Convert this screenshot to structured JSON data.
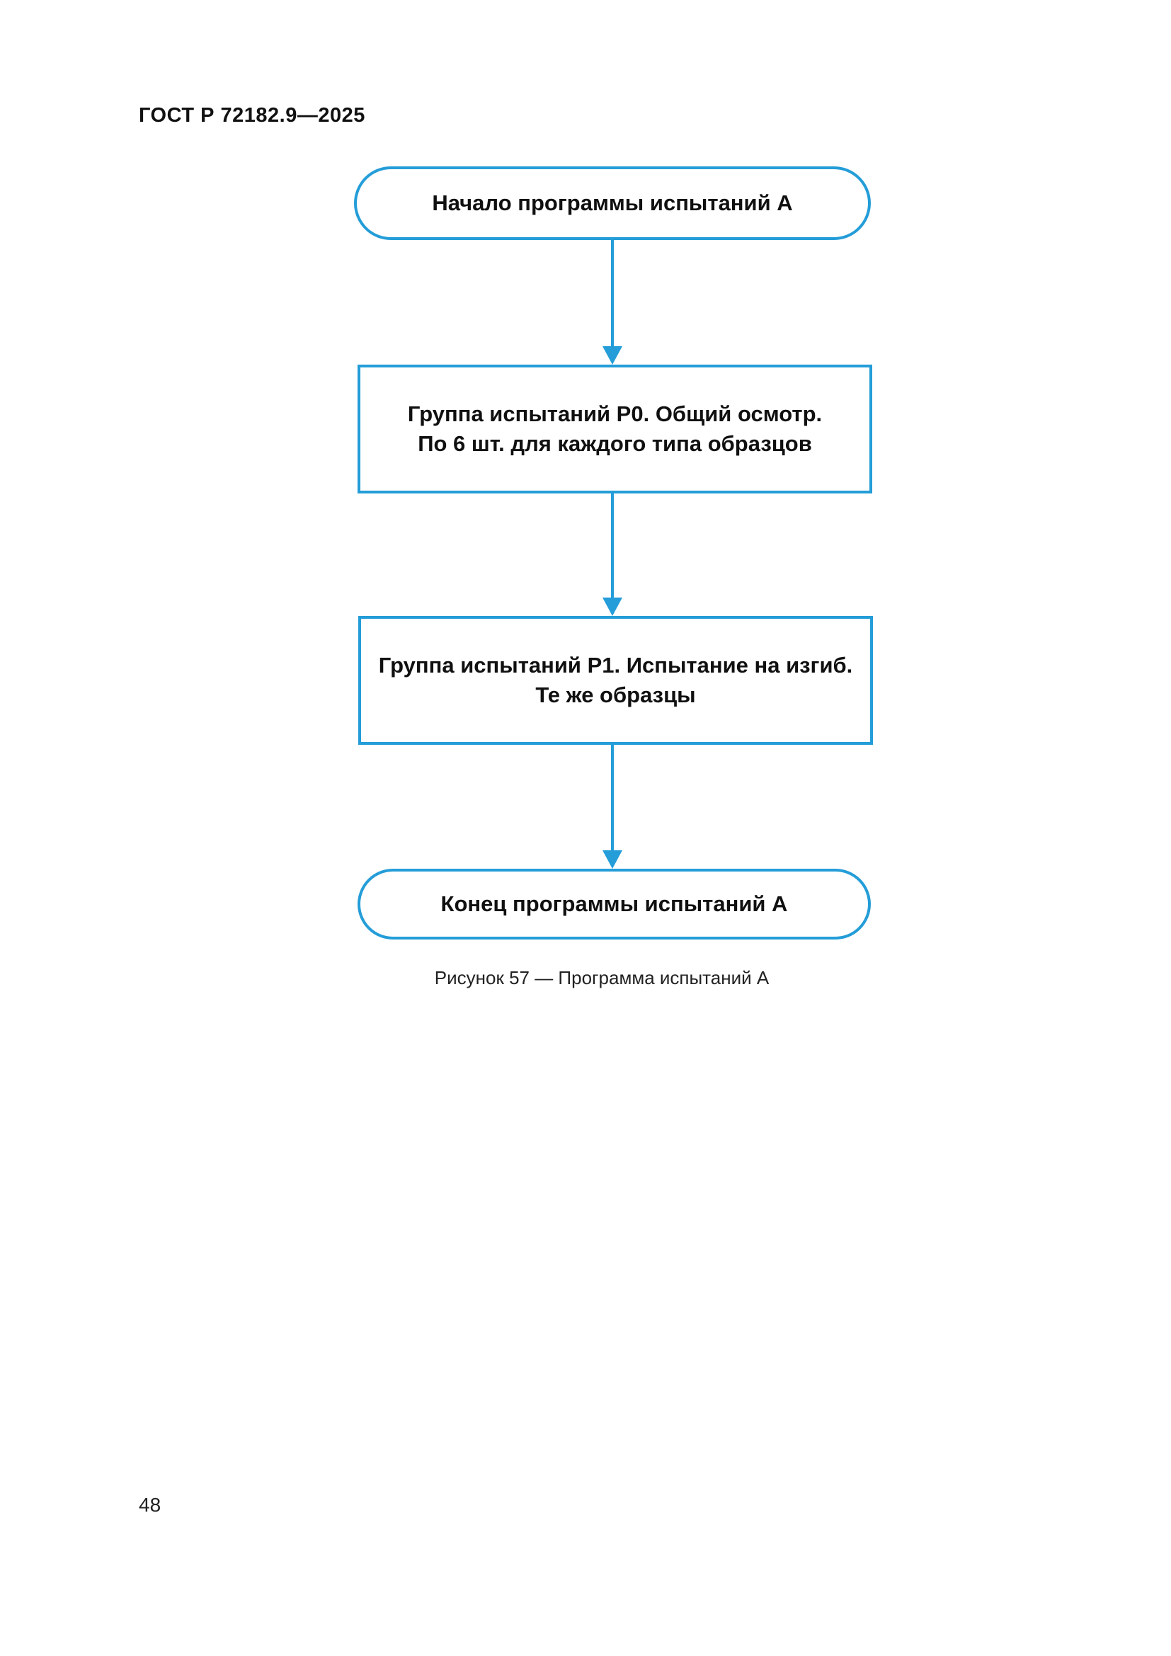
{
  "page": {
    "header": "ГОСТ Р 72182.9—2025",
    "number": "48"
  },
  "figure": {
    "caption": "Рисунок 57 — Программа испытаний А",
    "nodes": {
      "start": {
        "shape": "stadium",
        "label": "Начало программы испытаний А"
      },
      "p0": {
        "shape": "process",
        "line1": "Группа испытаний Р0. Общий осмотр.",
        "line2": "По 6 шт. для каждого типа образцов"
      },
      "p1": {
        "shape": "process",
        "line1": "Группа испытаний Р1. Испытание на изгиб.",
        "line2": "Те же образцы"
      },
      "end": {
        "shape": "stadium",
        "label": "Конец программы испытаний А"
      }
    },
    "flow": [
      "start",
      "p0",
      "p1",
      "end"
    ]
  },
  "colors": {
    "accent": "#249dd8",
    "text": "#1b1b1b"
  }
}
